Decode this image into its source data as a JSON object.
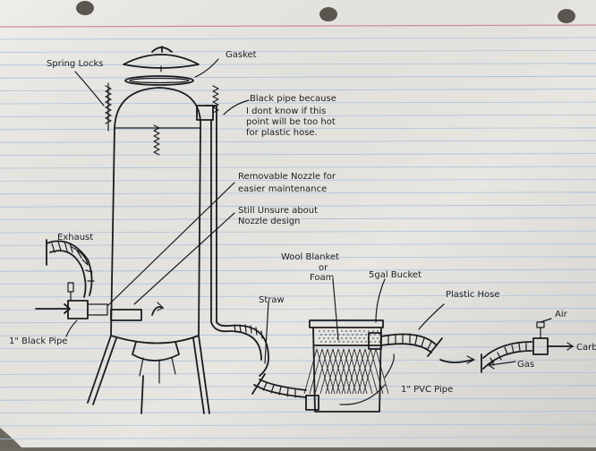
{
  "colors": {
    "paper": "#ecebe6",
    "rule_line": "#a9c1da",
    "margin_line": "#d38a9b",
    "ink": "#1b1b1f",
    "background": "#6e6a62"
  },
  "labels": {
    "spring_locks": "Spring Locks",
    "gasket": "Gasket",
    "black_pipe_line1": "Black pipe because",
    "black_pipe_line2": "I dont know if this",
    "black_pipe_line3": "point will be too hot",
    "black_pipe_line4": "for plastic hose.",
    "nozzle_line1": "Removable Nozzle for",
    "nozzle_line2": "easier maintenance",
    "unsure_line1": "Still Unsure about",
    "unsure_line2": "Nozzle design",
    "exhaust": "Exhaust",
    "wool_line1": "Wool Blanket",
    "wool_line2": "or",
    "wool_line3": "Foam",
    "bucket": "5gal Bucket",
    "plastic_hose": "Plastic Hose",
    "straw": "Straw",
    "air": "Air",
    "carb": "Carb",
    "gas": "Gas",
    "black_pipe_1in": "1\" Black Pipe",
    "pvc_pipe": "1\" PVC Pipe"
  }
}
